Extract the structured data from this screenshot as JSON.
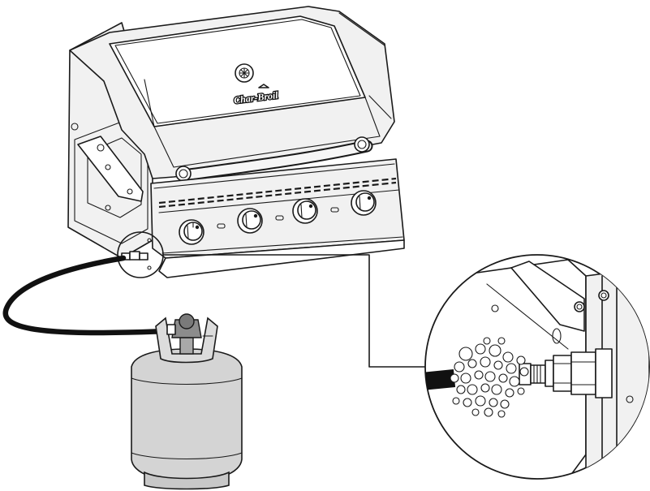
{
  "grill": {
    "brand_text": "Char-Broil",
    "burner_knob_count": 4
  },
  "colors": {
    "line": "#1a1a1a",
    "tank_fill": "#d4d4d4",
    "regulator_fill": "#8c8c8c",
    "hose": "#111111",
    "background": "#ffffff"
  },
  "detail_view": {
    "connection": "hose-to-manifold"
  }
}
